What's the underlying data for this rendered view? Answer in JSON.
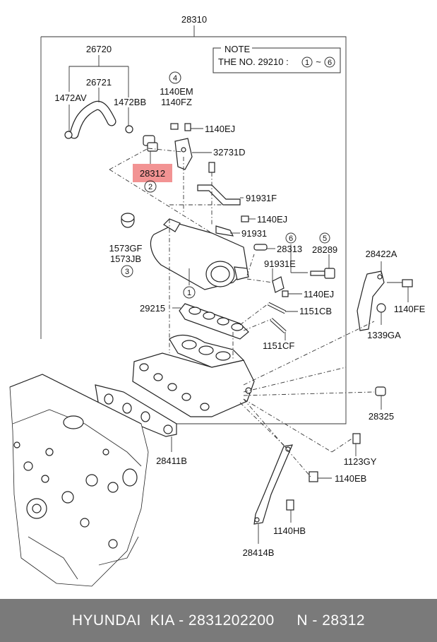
{
  "diagram": {
    "labels": {
      "l28310": "28310",
      "l26720": "26720",
      "l26721": "26721",
      "l1472AV": "1472AV",
      "l1472BB": "1472BB",
      "l1140EM": "1140EM",
      "l1140FZ": "1140FZ",
      "l1140EJ_a": "1140EJ",
      "l32731D": "32731D",
      "l28312": "28312",
      "l91931F": "91931F",
      "l1140EJ_b": "1140EJ",
      "l91931": "91931",
      "l28313": "28313",
      "l28289": "28289",
      "l91931E": "91931E",
      "l1140EJ_c": "1140EJ",
      "l1573GF": "1573GF",
      "l1573JB": "1573JB",
      "l29215": "29215",
      "l1151CB": "1151CB",
      "l1151CF": "1151CF",
      "l28422A": "28422A",
      "l1140FE": "1140FE",
      "l1339GA": "1339GA",
      "l28325": "28325",
      "l28411B": "28411B",
      "l1123GY": "1123GY",
      "l1140EB": "1140EB",
      "l1140HB": "1140HB",
      "l28414B": "28414B"
    },
    "callouts": {
      "c1": "1",
      "c2": "2",
      "c3": "3",
      "c4": "4",
      "c5": "5",
      "c6": "6"
    },
    "note": {
      "title": "NOTE",
      "text": "THE NO. 29210 :",
      "from": "1",
      "tilde": "~",
      "to": "6"
    },
    "highlight_color": "#f08080"
  },
  "footer": {
    "brand": "HYUNDAI  KIA - 2831202200",
    "number": "N - 28312"
  }
}
